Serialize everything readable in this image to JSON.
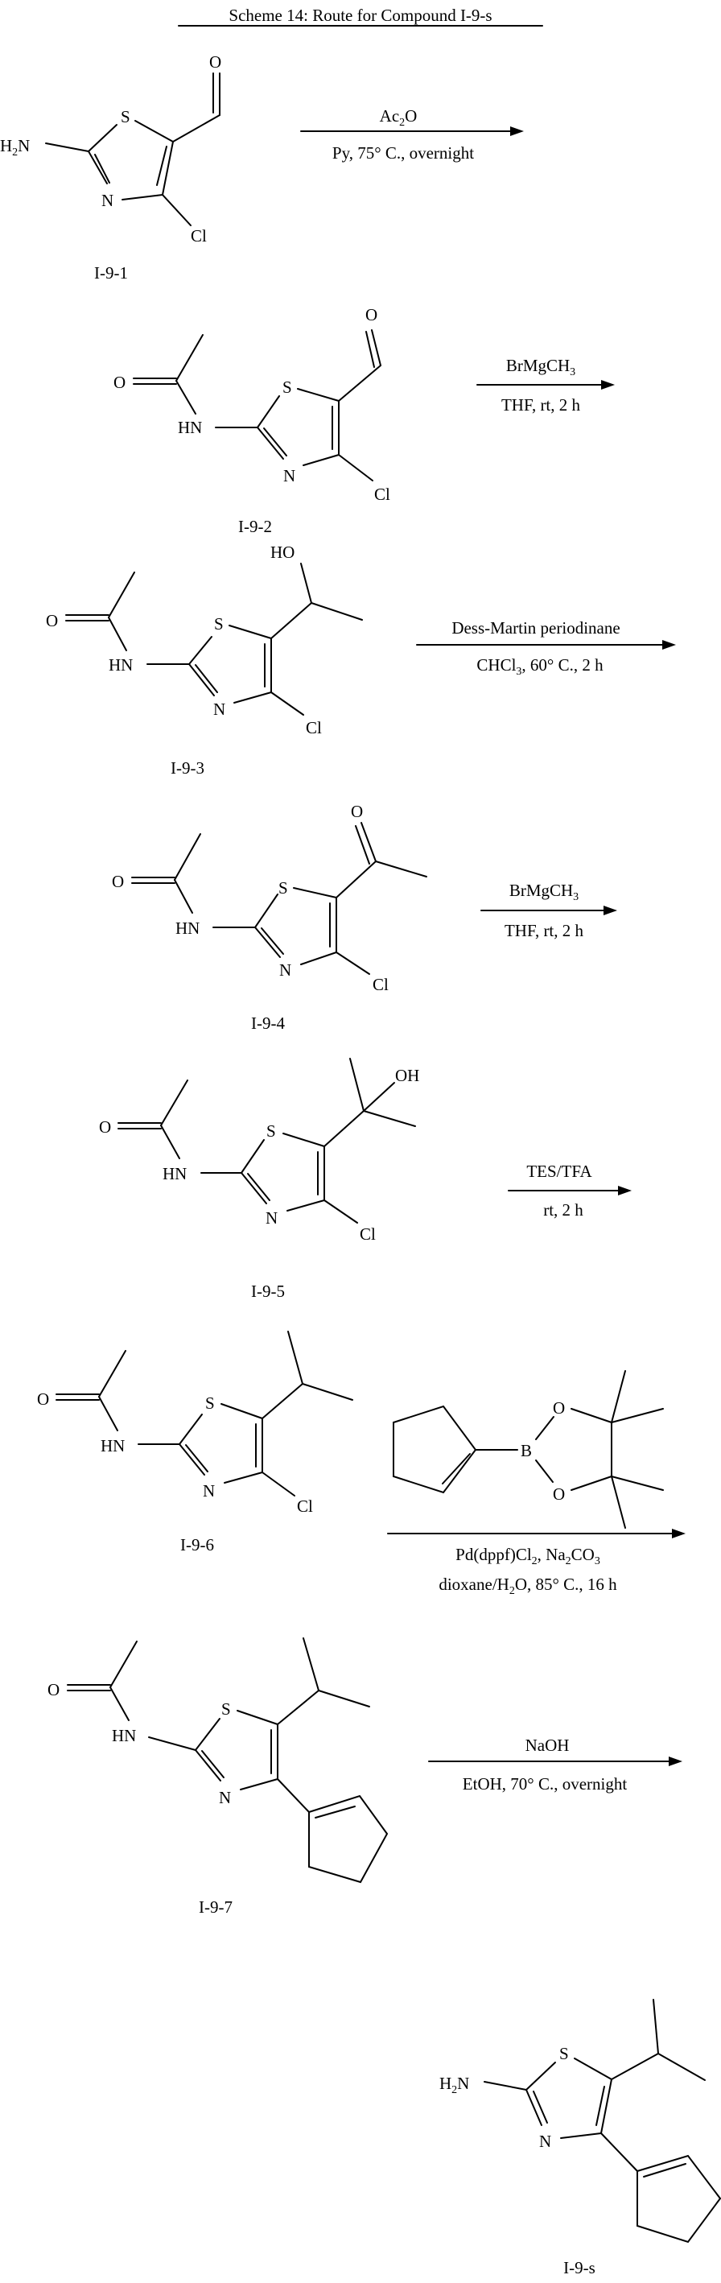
{
  "title": "Scheme 14: Route for Compound I-9-s",
  "compounds": {
    "c1": {
      "label": "I-9-1",
      "atoms": {
        "amine": "H",
        "amine_sub": "2",
        "amine_n": "N",
        "s": "S",
        "n": "N",
        "cl": "Cl",
        "o": "O"
      }
    },
    "c2": {
      "label": "I-9-2",
      "atoms": {
        "o_amide": "O",
        "hn": "HN",
        "s": "S",
        "n": "N",
        "cl": "Cl",
        "o": "O"
      }
    },
    "c3": {
      "label": "I-9-3",
      "atoms": {
        "o_amide": "O",
        "hn": "HN",
        "s": "S",
        "n": "N",
        "cl": "Cl",
        "ho": "HO"
      }
    },
    "c4": {
      "label": "I-9-4",
      "atoms": {
        "o_amide": "O",
        "hn": "HN",
        "s": "S",
        "n": "N",
        "cl": "Cl",
        "o": "O"
      }
    },
    "c5": {
      "label": "I-9-5",
      "atoms": {
        "o_amide": "O",
        "hn": "HN",
        "s": "S",
        "n": "N",
        "cl": "Cl",
        "oh": "OH"
      }
    },
    "c6": {
      "label": "I-9-6",
      "atoms": {
        "o_amide": "O",
        "hn": "HN",
        "s": "S",
        "n": "N",
        "cl": "Cl"
      }
    },
    "c7": {
      "label": "I-9-7",
      "atoms": {
        "o_amide": "O",
        "hn": "HN",
        "s": "S",
        "n": "N"
      }
    },
    "cs": {
      "label": "I-9-s",
      "atoms": {
        "amine": "H",
        "amine_sub": "2",
        "amine_n": "N",
        "s": "S",
        "n": "N"
      }
    }
  },
  "boronate": {
    "b": "B",
    "o1": "O",
    "o2": "O"
  },
  "steps": [
    {
      "above": {
        "main": "Ac",
        "sub": "2",
        "tail": "O"
      },
      "below": {
        "text": "Py, 75° C., overnight"
      }
    },
    {
      "above": {
        "main": "BrMgCH",
        "sub": "3"
      },
      "below": {
        "text": "THF, rt, 2 h"
      }
    },
    {
      "above": {
        "text": "Dess-Martin periodinane"
      },
      "below": {
        "main": "CHCl",
        "sub": "3",
        "tail": ", 60° C., 2 h"
      }
    },
    {
      "above": {
        "main": "BrMgCH",
        "sub": "3"
      },
      "below": {
        "text": "THF, rt, 2 h"
      }
    },
    {
      "above": {
        "text": "TES/TFA"
      },
      "below": {
        "text": "rt, 2 h"
      }
    },
    {
      "below1": {
        "a": "Pd(dppf)Cl",
        "a_sub": "2",
        "b": ", Na",
        "b_sub": "2",
        "c": "CO",
        "c_sub": "3"
      },
      "below2": {
        "a": "dioxane/H",
        "a_sub": "2",
        "b": "O, 85° C., 16 h"
      }
    },
    {
      "above": {
        "text": "NaOH"
      },
      "below": {
        "text": "EtOH, 70° C., overnight"
      }
    }
  ]
}
